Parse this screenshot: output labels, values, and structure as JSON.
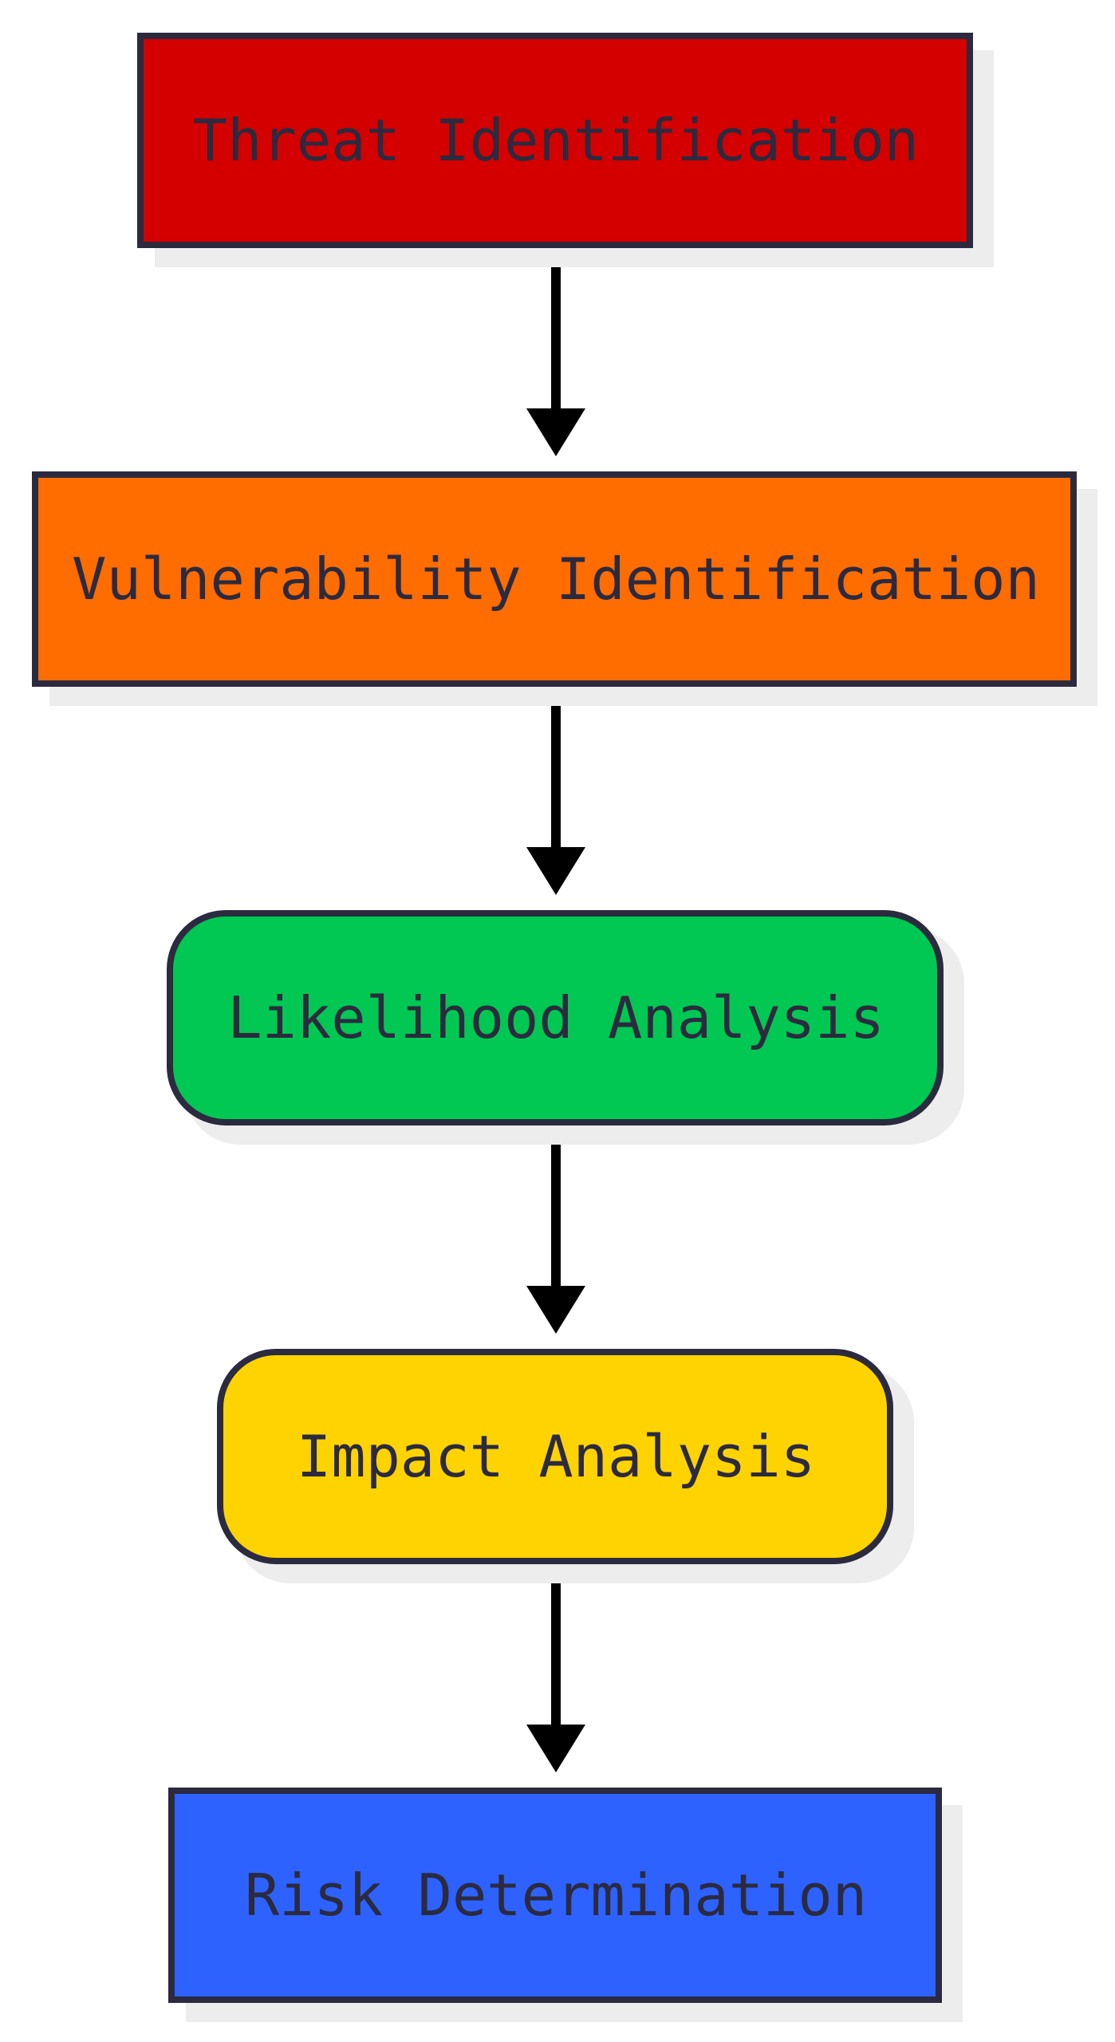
{
  "diagram": {
    "type": "flowchart",
    "direction": "top-to-bottom",
    "nodes": [
      {
        "id": "threat",
        "label": "Threat Identification",
        "color": "#d40000",
        "shape": "rectangle"
      },
      {
        "id": "vuln",
        "label": "Vulnerability Identification",
        "color": "#ff6c00",
        "shape": "rectangle"
      },
      {
        "id": "likelihood",
        "label": "Likelihood Analysis",
        "color": "#00c853",
        "shape": "rounded"
      },
      {
        "id": "impact",
        "label": "Impact Analysis",
        "color": "#ffd300",
        "shape": "rounded"
      },
      {
        "id": "risk",
        "label": "Risk Determination",
        "color": "#2d62ff",
        "shape": "rectangle"
      }
    ],
    "edges": [
      {
        "from": "threat",
        "to": "vuln"
      },
      {
        "from": "vuln",
        "to": "likelihood"
      },
      {
        "from": "likelihood",
        "to": "impact"
      },
      {
        "from": "impact",
        "to": "risk"
      }
    ],
    "colors": {
      "border": "#2b2a3f",
      "shadow": "#ededed",
      "arrow": "#000000",
      "text": "#2b2a3f"
    }
  }
}
